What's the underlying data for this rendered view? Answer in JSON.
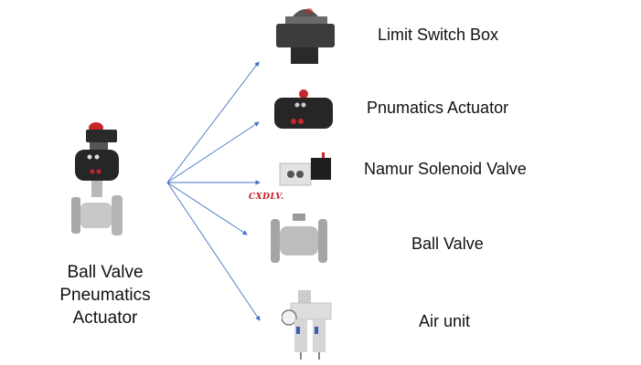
{
  "source": {
    "label_lines": [
      "Ball Valve",
      "Pneumatics",
      "Actuator"
    ],
    "icon": "ball-valve-pneumatic-actuator-image"
  },
  "components": [
    {
      "label": "Limit Switch Box",
      "icon": "limit-switch-box-image"
    },
    {
      "label": "Pnumatics Actuator",
      "icon": "pneumatic-actuator-image"
    },
    {
      "label": "Namur Solenoid Valve",
      "icon": "namur-solenoid-valve-image"
    },
    {
      "label": "Ball Valve",
      "icon": "ball-valve-image"
    },
    {
      "label": "Air unit",
      "icon": "air-unit-image"
    }
  ],
  "brand_mark": "CXDLV.",
  "colors": {
    "arrow": "#4472c4",
    "brand": "#c0161c",
    "text": "#111111"
  }
}
